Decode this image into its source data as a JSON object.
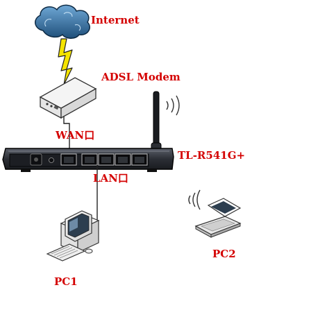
{
  "labels": {
    "internet": "Internet",
    "modem": "ADSL Modem",
    "wan": "WAN口",
    "router": "TL-R541G+",
    "lan": "LAN口",
    "pc1": "PC1",
    "pc2": "PC2"
  },
  "colors": {
    "label_red": "#d40000",
    "cloud_blue": "#2f6f9e",
    "lightning_yellow": "#f5e400",
    "router_body": "#3a3d45",
    "router_face": "#1c1e23",
    "cable": "#222222"
  }
}
